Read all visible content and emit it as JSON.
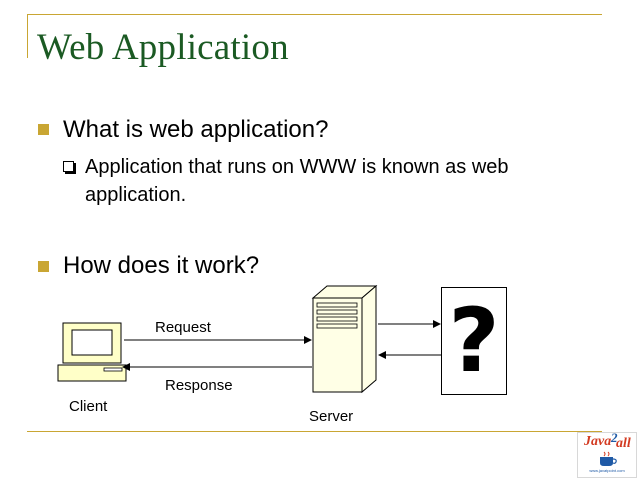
{
  "slide": {
    "title": "Web Application",
    "bullets": [
      {
        "text": "What is web application?",
        "sub": [
          "Application that runs on WWW is known as web application."
        ]
      },
      {
        "text": "How does it work?"
      }
    ]
  },
  "diagram": {
    "client_label": "Client",
    "server_label": "Server",
    "request_label": "Request",
    "response_label": "Response",
    "unknown_symbol": "?"
  },
  "logo": {
    "brand_top": "Java",
    "brand_bottom": "all",
    "brand_digit": "2",
    "site": "www.javatpoint.com"
  },
  "colors": {
    "title": "#1b5a23",
    "accent": "#c9a633",
    "logo_red": "#d33b22",
    "logo_blue": "#1f5aa6"
  }
}
